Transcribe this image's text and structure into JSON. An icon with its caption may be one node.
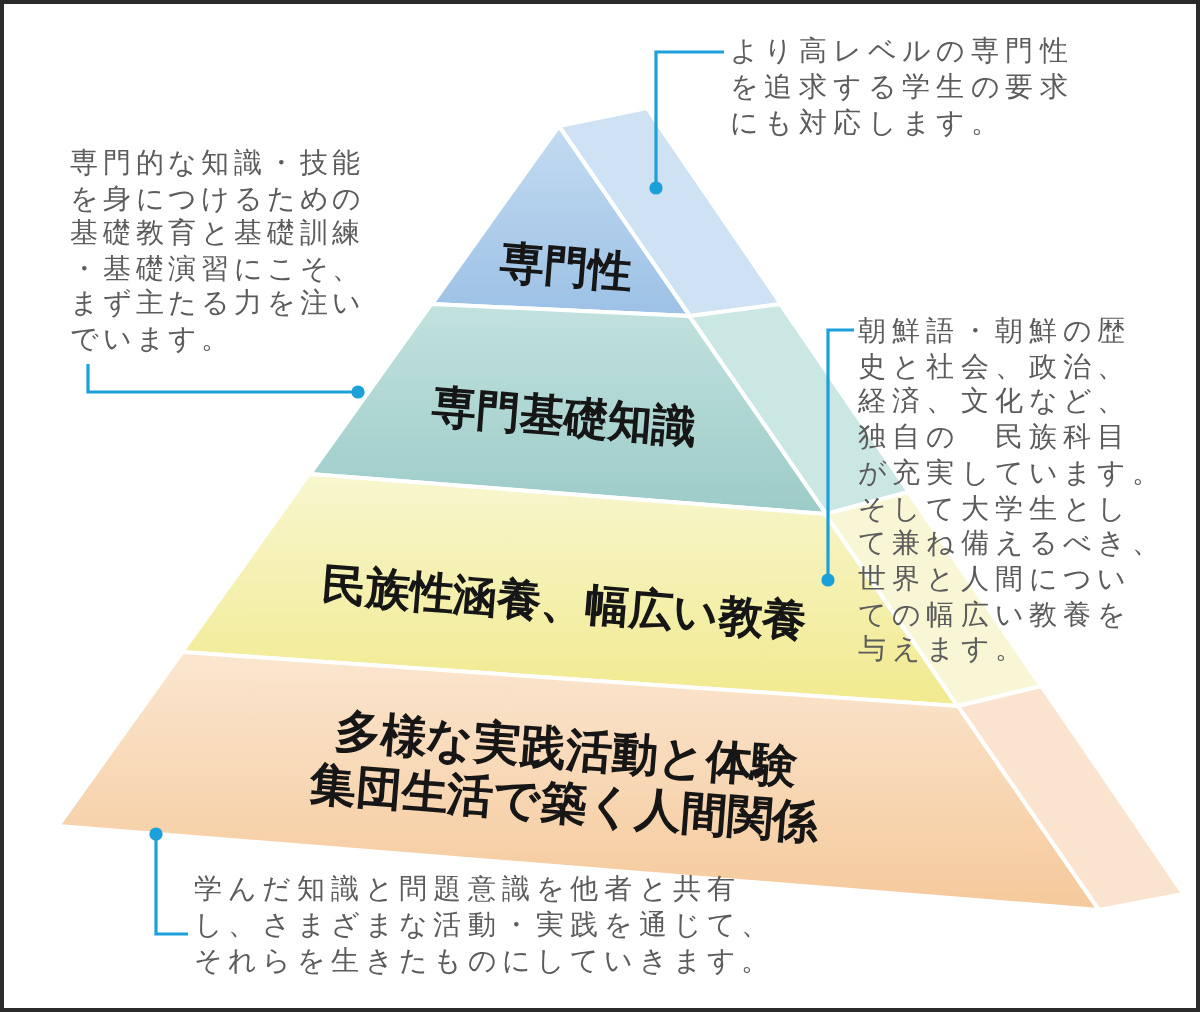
{
  "diagram": {
    "nodes": [
      {
        "text": [
          "専門性"
        ]
      },
      {
        "text": [
          "専門基礎知識"
        ]
      },
      {
        "text": [
          "民族性涵養、幅広い教養"
        ]
      },
      {
        "text": [
          "多様な実践活動と体験",
          "集団生活で築く人間関係"
        ]
      },
      {
        "text": [
          "より高レベルの専門性を追求する学生の要求にも対応します。"
        ]
      },
      {
        "text": [
          "専門的な知識・技能を身につけるための基礎教育と基礎訓練・基礎演習にこそ、まず主たる力を注いでいます。"
        ]
      },
      {
        "text": [
          "朝鮮語・朝鮮の歴史と社会、政治、経済、文化など、独自の　民族科目が充実しています。そして大学生として兼ね備えるべき、世界と人間についての幅広い教養を与えます。"
        ]
      },
      {
        "text": [
          "学んだ知識と問題意識を他者と共有し、さまざまな活動・実践を通じて、それらを生きたものにしていきます。"
        ]
      }
    ],
    "edges": [
      {
        "from": 4,
        "to": 0,
        "arrow": "other"
      },
      {
        "from": 5,
        "to": 1,
        "arrow": "other"
      },
      {
        "from": 6,
        "to": 2,
        "arrow": "other"
      },
      {
        "from": 7,
        "to": 3,
        "arrow": "other"
      }
    ]
  }
}
